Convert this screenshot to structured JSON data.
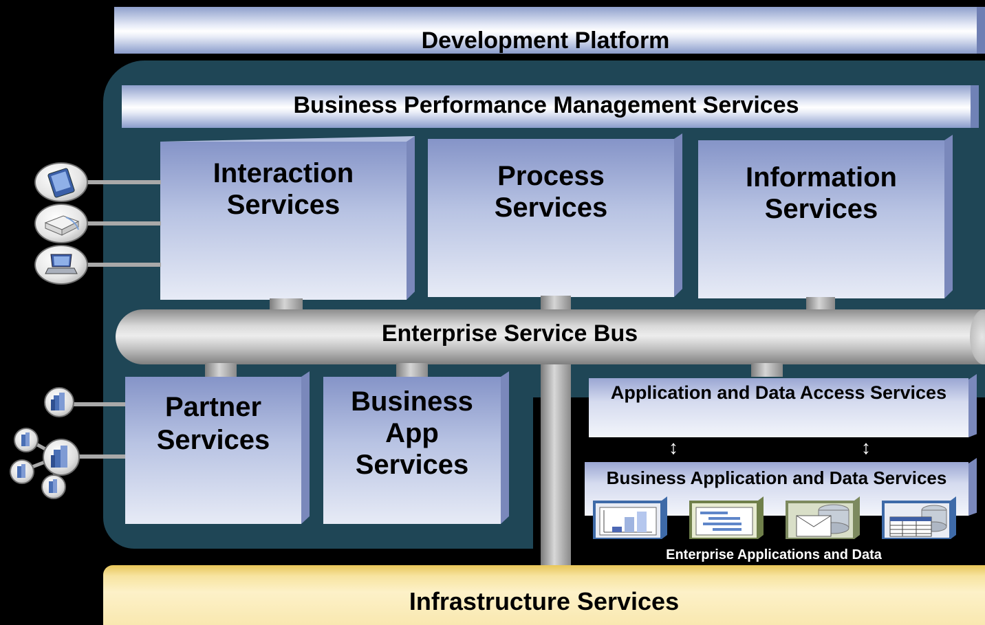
{
  "top": {
    "development_platform": "Development Platform"
  },
  "main": {
    "bpm": "Business Performance Management Services",
    "interaction": [
      "Interaction",
      "Services"
    ],
    "process": [
      "Process",
      "Services"
    ],
    "information": [
      "Information",
      "Services"
    ],
    "esb": "Enterprise Service Bus",
    "partner": [
      "Partner",
      "Services"
    ],
    "business_app": [
      "Business",
      "App",
      "Services"
    ]
  },
  "right": {
    "app_data_access": "Application and Data Access Services",
    "business_app_data": "Business Application and Data Services",
    "enterprise_apps_data": "Enterprise Applications and Data"
  },
  "bottom": {
    "infrastructure": "Infrastructure Services"
  },
  "colors": {
    "panel": "#1f4656",
    "box": "#b8c3e3",
    "infra": "#fbe9a6",
    "bus": "#bdbdbd"
  },
  "icons": [
    "tablet-icon",
    "printer-icon",
    "laptop-icon",
    "building-icon",
    "bar-chart-icon",
    "gantt-chart-icon",
    "mail-database-icon",
    "table-database-icon"
  ]
}
